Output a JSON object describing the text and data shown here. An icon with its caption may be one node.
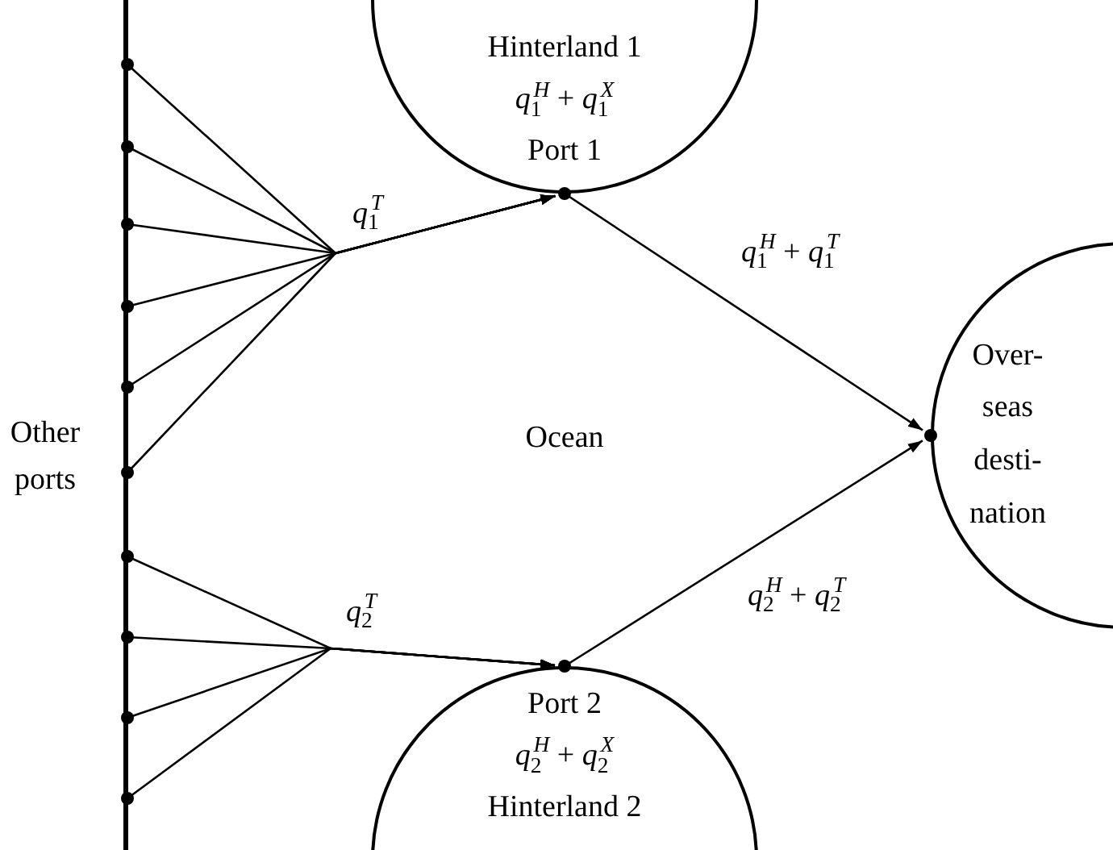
{
  "diagram": {
    "nodes": [
      {
        "text": [
          "Hinterland 1",
          "*q*$_{1}$$^{H}$ + *q*$_{1}$$^{X}$",
          "Port 1"
        ]
      },
      {
        "text": [],
        "shape": "circle"
      },
      {
        "text": [],
        "shape": "circle"
      },
      {
        "text": [],
        "shape": "circle"
      },
      {
        "text": [],
        "shape": "circle"
      },
      {
        "text": [],
        "shape": "circle"
      },
      {
        "text": [],
        "shape": "circle"
      },
      {
        "text": [],
        "shape": "circle"
      },
      {
        "text": [],
        "shape": "circle"
      },
      {
        "text": [],
        "shape": "circle"
      },
      {
        "text": [],
        "shape": "circle"
      },
      {
        "text": [
          "Over- seas desti- nation"
        ]
      },
      {
        "text": [
          "Port 2",
          "*q*$_{2}$$^{H}$ + *q*$_{2}$$^{X}$",
          "Hinterland 2"
        ]
      }
    ],
    "edges": [
      {
        "from": 1,
        "to": 0,
        "arrow": "to",
        "label": "*q*$_{1}$$^{T}$"
      },
      {
        "from": 2,
        "to": 0,
        "arrow": "to"
      },
      {
        "from": 3,
        "to": 0,
        "arrow": "to"
      },
      {
        "from": 4,
        "to": 0,
        "arrow": "to"
      },
      {
        "from": 5,
        "to": 0,
        "arrow": "to"
      },
      {
        "from": 6,
        "to": 0,
        "arrow": "to"
      },
      {
        "from": 7,
        "to": 12,
        "arrow": "to",
        "label": "*q*$_{2}$$^{T}$"
      },
      {
        "from": 8,
        "to": 12,
        "arrow": "to"
      },
      {
        "from": 9,
        "to": 12,
        "arrow": "to"
      },
      {
        "from": 10,
        "to": 12,
        "arrow": "to"
      },
      {
        "from": 0,
        "to": 11,
        "arrow": "to",
        "label": "*q*$_{1}$$^{H}$ + *q*$_{1}$$^{T}$"
      },
      {
        "from": 12,
        "to": 11,
        "arrow": "to",
        "label": "*q*$_{2}$$^{H}$ + *q*$_{2}$$^{T}$"
      }
    ],
    "labels": [
      "Other ports",
      "Ocean"
    ]
  }
}
